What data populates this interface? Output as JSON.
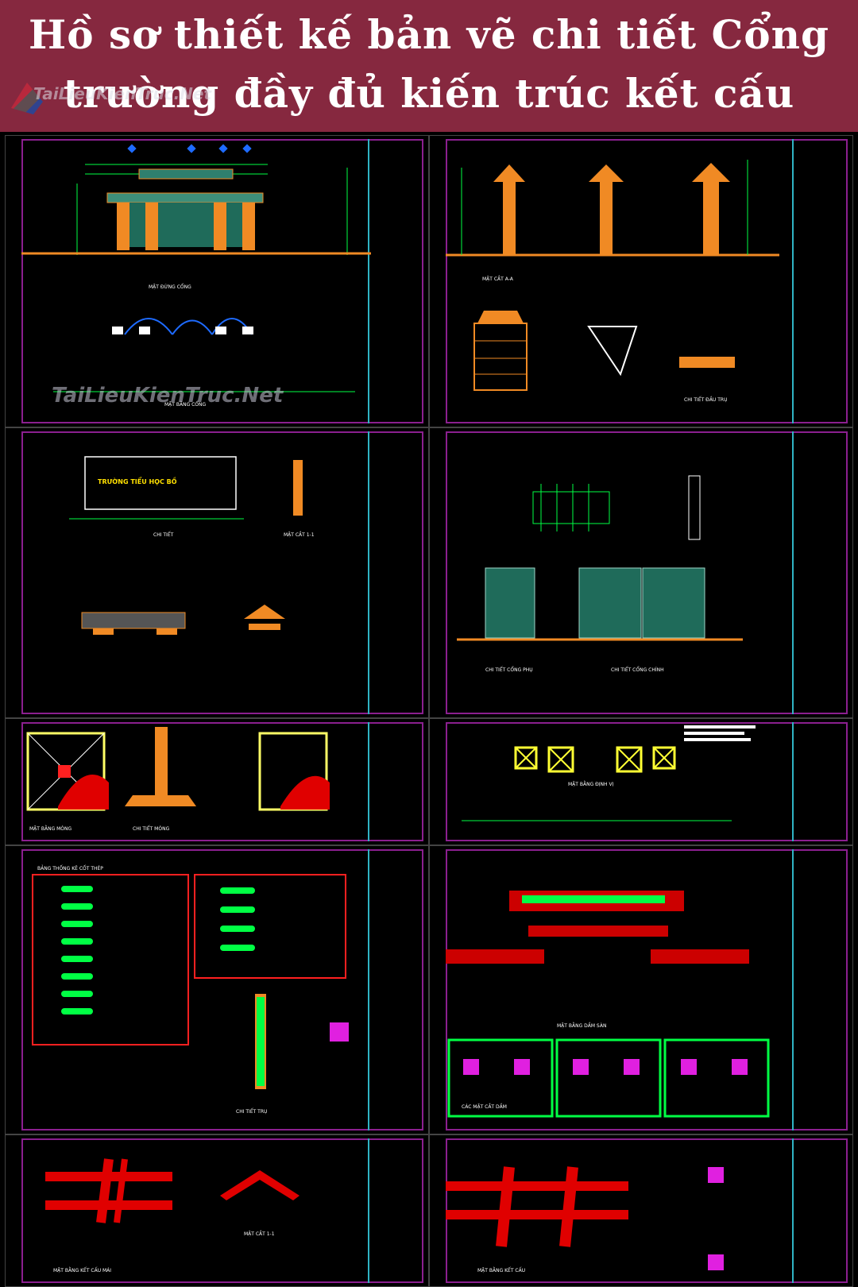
{
  "banner": {
    "title_line1": "Hồ sơ thiết kế bản vẽ chi tiết Cổng",
    "title_line2": "trường đầy đủ kiến trúc kết cấu",
    "background": "#86283f"
  },
  "watermarks": {
    "top": "TaiLieuKienTruc.Net",
    "middle": "TaiLieuKienTruc.Net"
  },
  "drawing_colors": {
    "frame": "#8b1f8f",
    "title_block": "#2fb3c4",
    "ground": "#f08a24",
    "dimension": "#00ff44",
    "grid_marker": "#1e6bff",
    "rebar": "#ff1a1a",
    "label": "#e6e600"
  },
  "sheets": [
    {
      "title": "MẶT ĐỨNG CỔNG",
      "subtitle": "MẶT BẰNG CỔNG",
      "sign": ""
    },
    {
      "title": "MẶT CẮT A-A",
      "subtitle": "CHI TIẾT ĐẦU TRỤ",
      "sign": ""
    },
    {
      "title": "CHI TIẾT",
      "subtitle": "MẶT CẮT 1-1",
      "sign": "TRƯỜNG TIỂU HỌC BỒ"
    },
    {
      "title": "CHI TIẾT CỔNG PHỤ",
      "subtitle": "CHI TIẾT CỔNG CHÍNH",
      "sign": ""
    },
    {
      "title": "MẶT BẰNG MÓNG",
      "subtitle": "CHI TIẾT MÓNG",
      "sign": ""
    },
    {
      "title": "MẶT BẰNG ĐỊNH VỊ",
      "subtitle": "",
      "sign": ""
    },
    {
      "title": "BẢNG THỐNG KÊ CỐT THÉP",
      "subtitle": "CHI TIẾT TRỤ",
      "sign": ""
    },
    {
      "title": "MẶT BẰNG DẦM SÀN",
      "subtitle": "CÁC MẶT CẮT DẦM",
      "sign": ""
    },
    {
      "title": "MẶT BẰNG KẾT CẤU MÁI",
      "subtitle": "MẶT CẮT 1-1",
      "sign": ""
    },
    {
      "title": "MẶT BẰNG KẾT CẤU",
      "subtitle": "",
      "sign": ""
    }
  ]
}
